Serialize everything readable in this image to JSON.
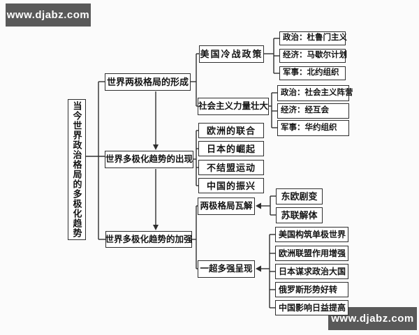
{
  "watermark": {
    "text": "www.djabz.com"
  },
  "colors": {
    "page_bg": "#fbfbfb",
    "box_bg": "#ffffff",
    "box_border": "#2e2e2e",
    "line": "#2e2e2e",
    "watermark_bg": "#595959",
    "watermark_text": "#ffffff"
  },
  "diagram": {
    "root": "当今世界政治格局的多极化趋势",
    "b1": {
      "label": "世界两极格局的形成",
      "us_cold_war": {
        "label": "美国冷战政策",
        "items": [
          "政治：杜鲁门主义",
          "经济：马歇尔计划",
          "军事：北约组织"
        ]
      },
      "socialist": {
        "label": "社会主义力量壮大",
        "items": [
          "政治：社会主义阵营",
          "经济：经互会",
          "军事：华约组织"
        ]
      }
    },
    "b2": {
      "label": "世界多极化趋势的出现",
      "items": [
        "欧洲的联合",
        "日本的崛起",
        "不结盟运动",
        "中国的振兴"
      ]
    },
    "b3": {
      "label": "世界多极化趋势的加强",
      "collapse": {
        "label": "两极格局瓦解",
        "items": [
          "东欧剧变",
          "苏联解体"
        ]
      },
      "powers": {
        "label": "一超多强呈现",
        "items": [
          "美国构筑单极世界",
          "欧洲联盟作用增强",
          "日本谋求政治大国",
          "俄罗斯形势好转",
          "中国影响日益提高"
        ]
      }
    }
  }
}
